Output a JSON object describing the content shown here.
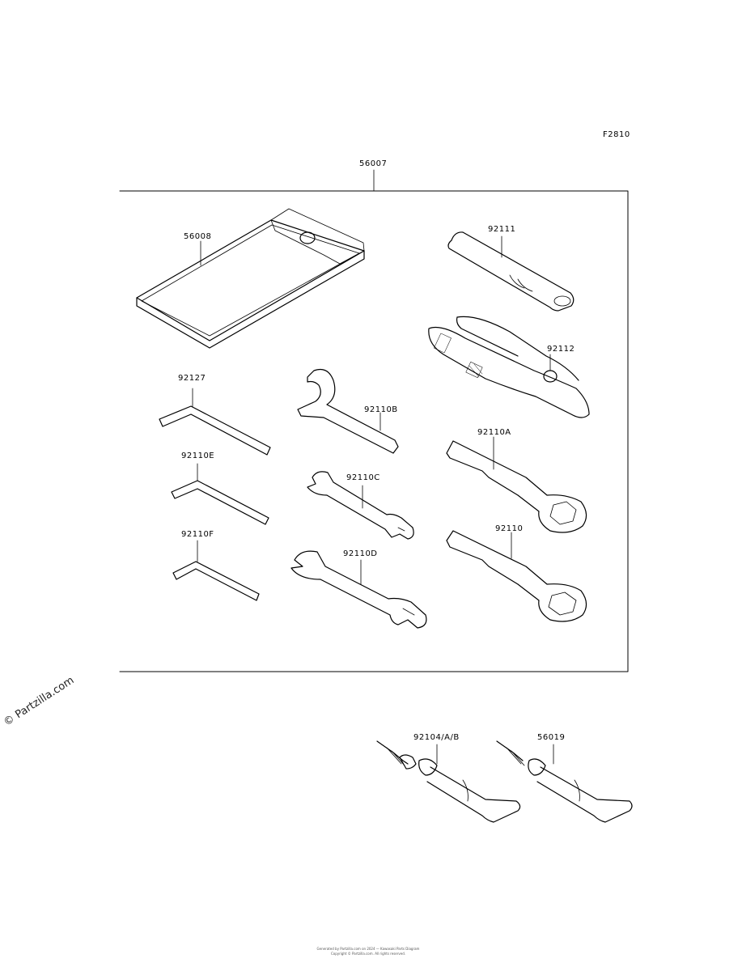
{
  "diagram": {
    "figure_code": "F2810",
    "kit_label": "56007",
    "parts": {
      "tool_bag": "56008",
      "handle": "92111",
      "pliers": "92112",
      "hex_wrench_a": "92127",
      "wrench_b": "92110B",
      "hex_wrench_e": "92110E",
      "wrench_c": "92110C",
      "ring_wrench_a": "92110A",
      "hex_wrench_f": "92110F",
      "wrench_d": "92110D",
      "ring_wrench": "92110",
      "tube_a": "92104/A/B",
      "tube_b": "56019"
    }
  },
  "watermark": "© Partzilla.com",
  "footer": {
    "line1": "Generated by Partzilla.com on 2024 — Kawasaki Parts Diagram",
    "line2": "Copyright © Partzilla.com. All rights reserved."
  }
}
